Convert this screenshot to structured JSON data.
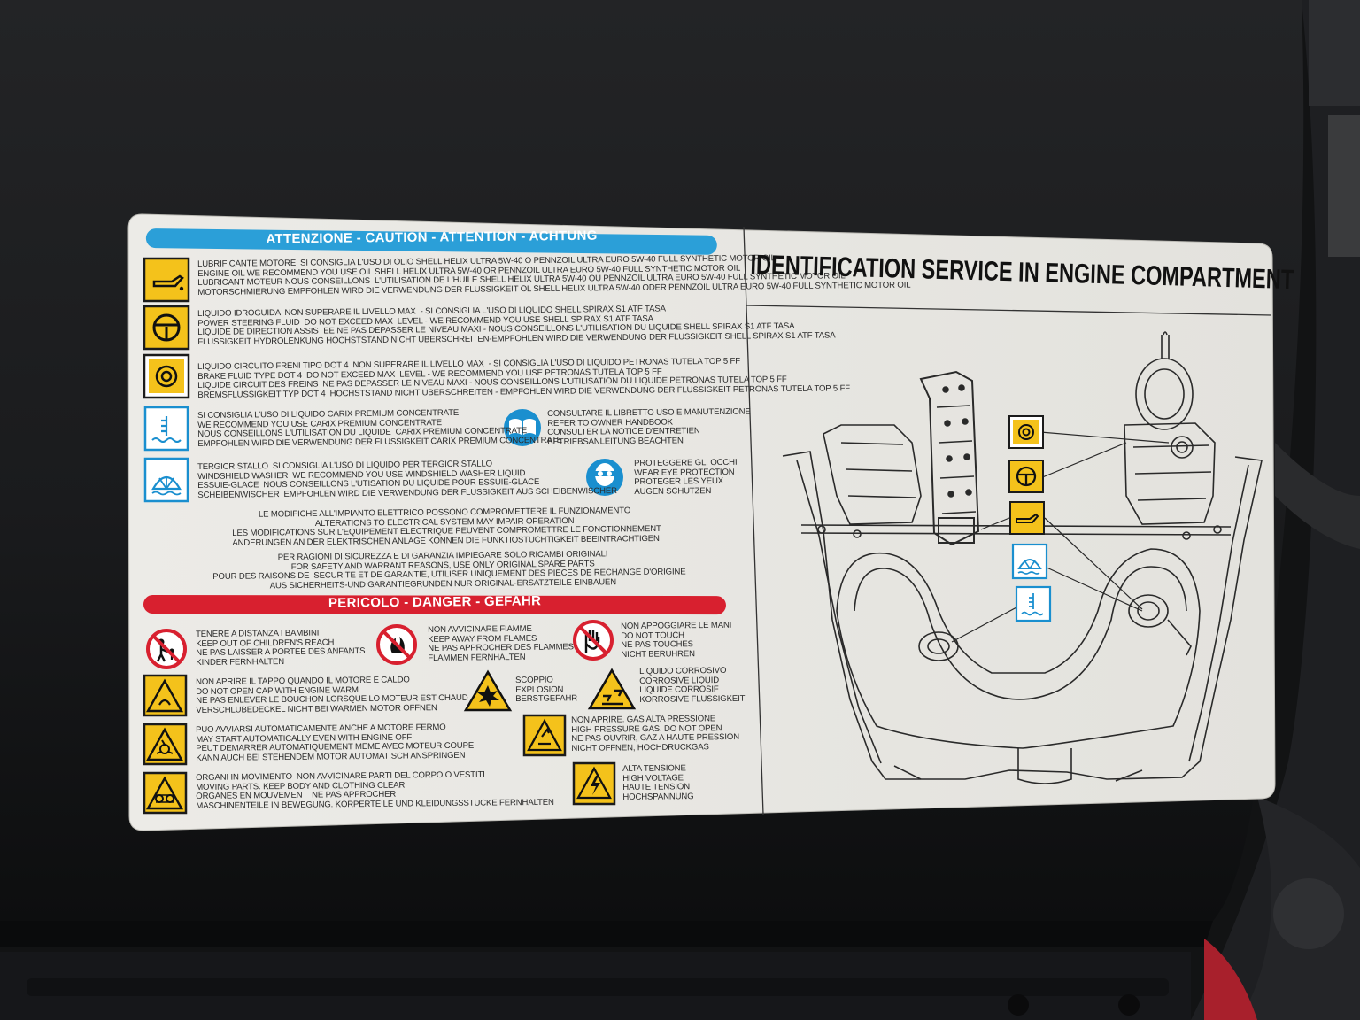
{
  "left_panel": {
    "caution_header": "ATTENZIONE - CAUTION - ATTENTION - ACHTUNG",
    "fluids": [
      {
        "icon": "engine-oil-icon",
        "text": "LUBRIFICANTE MOTORE  SI CONSIGLIA L'USO DI OLIO SHELL HELIX ULTRA 5W-40 O PENNZOIL ULTRA EURO 5W-40 FULL SYNTHETIC MOTOR OIL\nENGINE OIL WE RECOMMEND YOU USE OIL SHELL HELIX ULTRA 5W-40 OR PENNZOIL ULTRA EURO 5W-40 FULL SYNTHETIC MOTOR OIL\nLUBRICANT MOTEUR NOUS CONSEILLONS  L'UTILISATION DE L'HUILE SHELL HELIX ULTRA 5W-40 OU PENNZOIL ULTRA EURO 5W-40 FULL SYNTHETIC MOTOR OIL\nMOTORSCHMIERUNG EMPFOHLEN WIRD DIE VERWENDUNG DER FLUSSIGKEIT OL SHELL HELIX ULTRA 5W-40 ODER PENNZOIL ULTRA EURO 5W-40 FULL SYNTHETIC MOTOR OIL"
      },
      {
        "icon": "steering-fluid-icon",
        "text": "LIQUIDO IDROGUIDA  NON SUPERARE IL LIVELLO MAX  - SI CONSIGLIA L'USO DI LIQUIDO SHELL SPIRAX S1 ATF TASA\nPOWER STEERING FLUID  DO NOT EXCEED MAX  LEVEL - WE RECOMMEND YOU USE SHELL SPIRAX S1 ATF TASA\nLIQUIDE DE DIRECTION ASSISTEE NE PAS DEPASSER LE NIVEAU MAXI - NOUS CONSEILLONS L'UTILISATION DU LIQUIDE SHELL SPIRAX S1 ATF TASA\nFLUSSIGKEIT HYDROLENKUNG HOCHSTSTAND NICHT UBERSCHREITEN-EMPFOHLEN WIRD DIE VERWENDUNG DER FLUSSIGKEIT SHELL SPIRAX S1 ATF TASA"
      },
      {
        "icon": "brake-fluid-icon",
        "text": "LIQUIDO CIRCUITO FRENI TIPO DOT 4  NON SUPERARE IL LIVELLO MAX  - SI CONSIGLIA L'USO DI LIQUIDO PETRONAS TUTELA TOP 5 FF\nBRAKE FLUID TYPE DOT 4  DO NOT EXCEED MAX  LEVEL - WE RECOMMEND YOU USE PETRONAS TUTELA TOP 5 FF\nLIQUIDE CIRCUIT DES FREINS  NE PAS DEPASSER LE NIVEAU MAXI - NOUS CONSEILLONS L'UTILISATION DU LIQUIDE PETRONAS TUTELA TOP 5 FF\nBREMSFLUSSIGKEIT TYP DOT 4  HOCHSTSTAND NICHT UBERSCHREITEN - EMPFOHLEN WIRD DIE VERWENDUNG DER FLUSSIGKEIT PETRONAS TUTELA TOP 5 FF"
      },
      {
        "icon": "coolant-icon",
        "text": "SI CONSIGLIA L'USO DI LIQUIDO CARIX PREMIUM CONCENTRATE\nWE RECOMMEND YOU USE CARIX PREMIUM CONCENTRATE\nNOUS CONSEILLONS L'UTILISATION DU LIQUIDE  CARIX PREMIUM CONCENTRATE\nEMPFOHLEN WIRD DIE VERWENDUNG DER FLUSSIGKEIT CARIX PREMIUM CONCENTRATE"
      },
      {
        "icon": "washer-fluid-icon",
        "text": "TERGICRISTALLO  SI CONSIGLIA L'USO DI LIQUIDO PER TERGICRISTALLO\nWINDSHIELD WASHER  WE RECOMMEND YOU USE WINDSHIELD WASHER LIQUID\nESSUIE-GLACE  NOUS CONSEILLONS L'UTISATION DU LIQUIDE POUR ESSUIE-GLACE\nSCHEIBENWISCHER  EMPFOHLEN WIRD DIE VERWENDUNG DER FLUSSIGKEIT AUS SCHEIBENWISCHER"
      }
    ],
    "handbook_note": "CONSULTARE IL LIBRETTO USO E MANUTENZIONE\nREFER TO OWNER HANDBOOK\nCONSULTER LA NOTICE D'ENTRETIEN\nBETRIEBSANLEITUNG BEACHTEN",
    "eye_note": "PROTEGGERE GLI OCCHI\nWEAR EYE PROTECTION\nPROTEGER LES YEUX\nAUGEN SCHUTZEN",
    "electrical_note": "LE MODIFICHE ALL'IMPIANTO ELETTRICO POSSONO COMPROMETTERE IL FUNZIONAMENTO\nALTERATIONS TO ELECTRICAL SYSTEM MAY IMPAIR OPERATION\nLES MODIFICATIONS SUR L'EQUIPEMENT ELECTRIQUE PEUVENT COMPROMETTRE LE FONCTIONNEMENT\nANDERUNGEN AN DER ELEKTRISCHEN ANLAGE KONNEN DIE FUNKTIOSTUCHTIGKEIT BEEINTRACHTIGEN",
    "spare_parts_note": "PER RAGIONI DI SICUREZZA E DI GARANZIA IMPIEGARE SOLO RICAMBI ORIGINALI\nFOR SAFETY AND WARRANT REASONS, USE ONLY ORIGINAL SPARE PARTS\nPOUR DES RAISONS DE  SECURITE ET DE GARANTIE, UTILISER UNIQUEMENT DES PIECES DE RECHANGE D'ORIGINE\nAUS SICHERHEITS-UND GARANTIEGRUNDEN NUR ORIGINAL-ERSATZTEILE EINBAUEN",
    "danger_header": "PERICOLO - DANGER - GEFAHR",
    "warnings": {
      "children": "TENERE A DISTANZA I BAMBINI\nKEEP OUT OF CHILDREN'S REACH\nNE PAS LAISSER A PORTEE DES ANFANTS\nKINDER FERNHALTEN",
      "flames": "NON AVVICINARE FIAMME\nKEEP AWAY FROM FLAMES\nNE PAS APPROCHER DES FLAMMES\nFLAMMEN FERNHALTEN",
      "hands": "NON APPOGGIARE LE MANI\nDO NOT TOUCH\nNE PAS TOUCHES\nNICHT BERUHREN",
      "hot_cap": "NON APRIRE IL TAPPO QUANDO IL MOTORE E CALDO\nDO NOT OPEN CAP WITH ENGINE WARM\nNE PAS ENLEVER LE BOUCHON LORSQUE LO MOTEUR EST CHAUD\nVERSCHLUBEDECKEL NICHT BEI WARMEN MOTOR OFFNEN",
      "explosion": "SCOPPIO\nEXPLOSION\nBERSTGEFAHR",
      "corrosive": "LIQUIDO CORROSIVO\nCORROSIVE LIQUID\nLIQUIDE CORROSIF\nKORROSIVE FLUSSIGKEIT",
      "auto_start": "PUO AVVIARSI AUTOMATICAMENTE ANCHE A MOTORE FERMO\nMAY START AUTOMATICALLY EVEN WITH ENGINE OFF\nPEUT DEMARRER AUTOMATIQUEMENT MEME AVEC MOTEUR COUPE\nKANN AUCH BEI STEHENDEM MOTOR AUTOMATISCH ANSPRINGEN",
      "pressure": "NON APRIRE. GAS ALTA PRESSIONE\nHIGH PRESSURE GAS, DO NOT OPEN\nNE PAS OUVRIR, GAZ A HAUTE PRESSION\nNICHT OFFNEN, HOCHDRUCKGAS",
      "moving_parts": "ORGANI IN MOVIMENTO  NON AVVICINARE PARTI DEL CORPO O VESTITI\nMOVING PARTS. KEEP BODY AND CLOTHING CLEAR\nORGANES EN MOUVEMENT  NE PAS APPROCHER\nMASCHINENTEILE IN BEWEGUNG. KORPERTEILE UND KLEIDUNGSSTUCKE FERNHALTEN",
      "voltage": "ALTA TENSIONE\nHIGH VOLTAGE\nHAUTE TENSION\nHOCHSPANNUNG"
    }
  },
  "right_panel": {
    "title": "IDENTIFICATION SERVICE IN ENGINE COMPARTMENT",
    "diagram_icons": [
      "brake-fluid-icon",
      "steering-fluid-icon",
      "engine-oil-icon",
      "washer-fluid-icon",
      "coolant-icon"
    ]
  },
  "colors": {
    "caution_blue": "#2b9fd8",
    "danger_red": "#d8202f",
    "warning_yellow": "#f4c21b",
    "info_blue": "#1a8fcf",
    "sticker": "#e9e8e3"
  }
}
